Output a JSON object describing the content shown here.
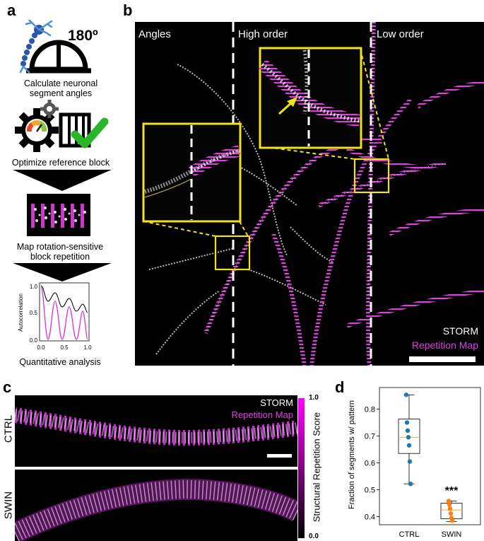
{
  "panels": {
    "a": "a",
    "b": "b",
    "c": "c",
    "d": "d"
  },
  "panel_a": {
    "angle_label": "180º",
    "step1": "Calculate neuronal segment angles",
    "step1_l1": "Calculate neuronal",
    "step1_l2": "segment angles",
    "step2": "Optimize reference block",
    "step3_l1": "Map rotation-sensitive",
    "step3_l2": "block repetition",
    "step4": "Quantitative analysis",
    "plot": {
      "ylabel": "Autocorrelation",
      "yticks": [
        "1.0",
        "0.5",
        "0.0"
      ],
      "xticks": [
        "0.0",
        "0.5",
        "1.0"
      ],
      "xticks_minor": [
        "0.25",
        "0.75"
      ]
    }
  },
  "panel_b": {
    "regions": [
      "Angles",
      "High order",
      "Low order"
    ],
    "legend_storm": "STORM",
    "legend_map": "Repetition Map",
    "colors": {
      "magenta": "#e040e0",
      "yellow": "#f2e21a",
      "white": "#ffffff"
    }
  },
  "panel_c": {
    "legend_storm": "STORM",
    "legend_map": "Repetition Map",
    "row_labels": [
      "CTRL",
      "SWIN"
    ],
    "colorbar_label": "Structural Repetition Score",
    "colorbar_ticks": [
      "1.0",
      "0.0"
    ]
  },
  "chart_data": {
    "type": "box",
    "ylabel": "Fraction of segments w/ pattern",
    "categories": [
      "CTRL",
      "SWIN"
    ],
    "ylim": [
      0.37,
      0.88
    ],
    "yticks": [
      "0.8",
      "0.7",
      "0.6",
      "0.5",
      "0.4"
    ],
    "ytick_values": [
      0.8,
      0.7,
      0.6,
      0.5,
      0.4
    ],
    "boxes": [
      {
        "name": "CTRL",
        "q1": 0.635,
        "median": 0.695,
        "q3": 0.763,
        "whisker_low": 0.522,
        "whisker_high": 0.853,
        "points": [
          0.853,
          0.75,
          0.72,
          0.695,
          0.665,
          0.605,
          0.522
        ],
        "color": "#1f77b4"
      },
      {
        "name": "SWIN",
        "q1": 0.392,
        "median": 0.425,
        "q3": 0.45,
        "whisker_low": 0.382,
        "whisker_high": 0.458,
        "points": [
          0.458,
          0.445,
          0.43,
          0.412,
          0.395,
          0.385
        ],
        "color": "#ff7f0e"
      }
    ],
    "annotation": "***"
  }
}
